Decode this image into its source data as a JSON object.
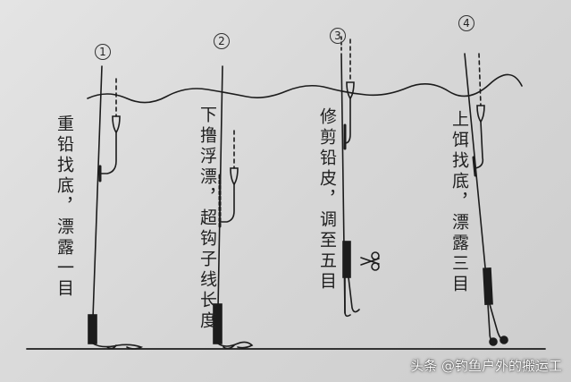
{
  "steps": [
    {
      "number": "1",
      "caption": "重铅找底，漂露一目"
    },
    {
      "number": "2",
      "caption": "下撸浮漂，超钩子线长度"
    },
    {
      "number": "3",
      "caption": "修剪铅皮，调至五目"
    },
    {
      "number": "4",
      "caption": "上饵找底，漂露三目"
    }
  ],
  "watermark": "头条 @钓鱼户外的搬运工",
  "colors": {
    "paper": "#dcdcdc",
    "ink": "#1c1c1c",
    "watermark": "#ffffff"
  },
  "icons": [
    "scissors-icon"
  ]
}
